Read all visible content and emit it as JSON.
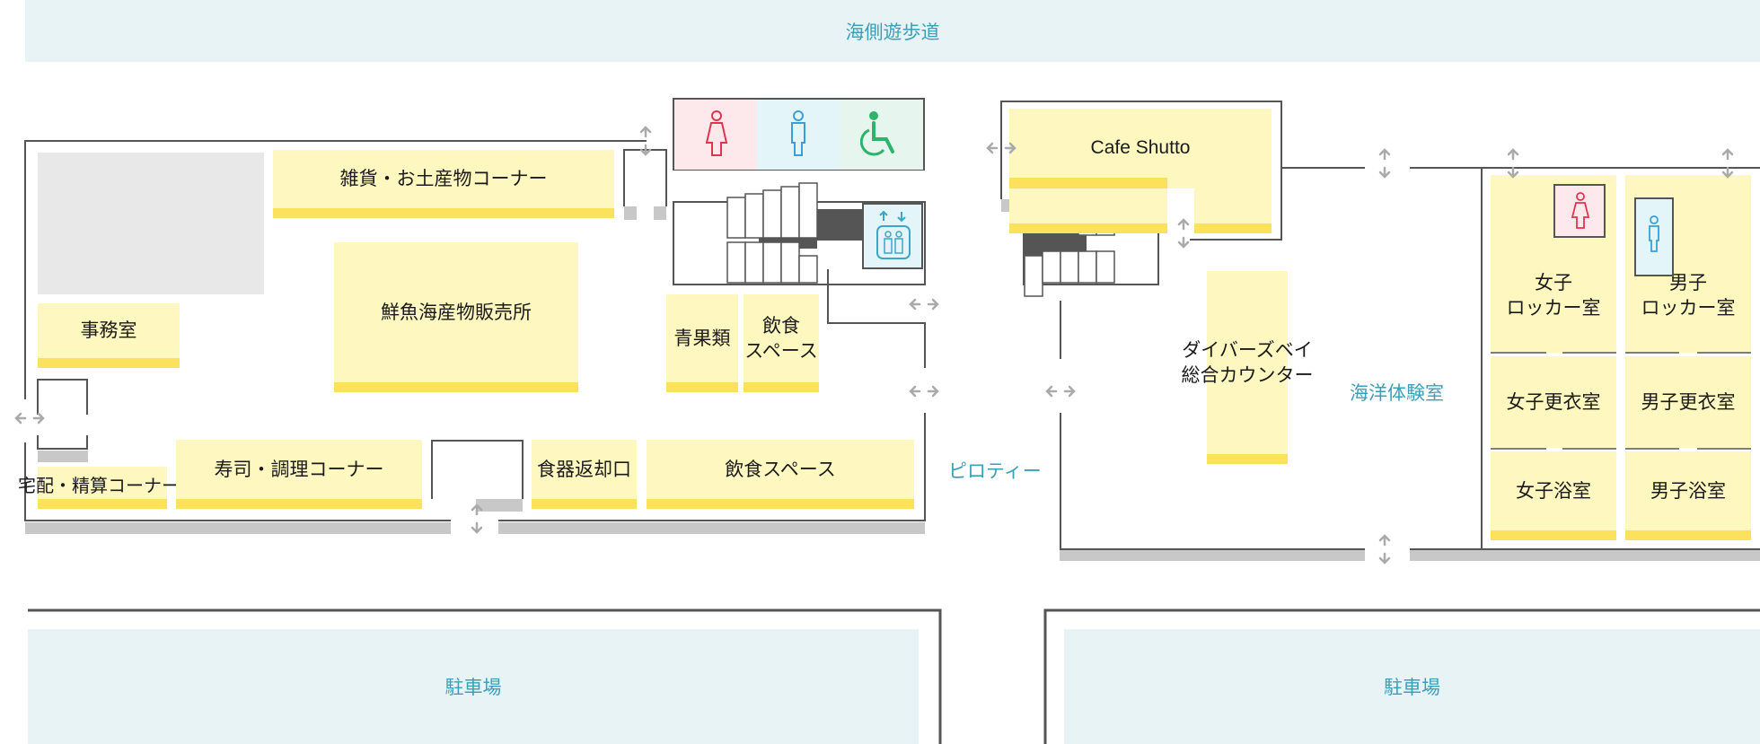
{
  "areas": {
    "promenade": "海側遊歩道",
    "parking_left": "駐車場",
    "parking_right": "駐車場",
    "piloti": "ピロティー",
    "marine_room": "海洋体験室"
  },
  "rooms": {
    "souvenir": "雑貨・お土産物コーナー",
    "fish_market": "鮮魚海産物販売所",
    "office": "事務室",
    "delivery": "宅配・精算コーナー",
    "sushi": "寿司・調理コーナー",
    "dish_return": "食器返却口",
    "dining_main": "飲食スペース",
    "produce": "青果類",
    "dining_small_1": "飲食",
    "dining_small_2": "スペース",
    "cafe": "Cafe Shutto",
    "counter_1": "ダイバーズベイ",
    "counter_2": "総合カウンター",
    "w_locker_1": "女子",
    "w_locker_2": "ロッカー室",
    "m_locker_1": "男子",
    "m_locker_2": "ロッカー室",
    "w_changing": "女子更衣室",
    "m_changing": "男子更衣室",
    "w_bath": "女子浴室",
    "m_bath": "男子浴室"
  },
  "icons": [
    "restroom-women-icon",
    "restroom-men-icon",
    "accessible-restroom-icon",
    "elevator-icon",
    "stairs-icon",
    "bidirectional-arrow-icon"
  ],
  "colors": {
    "room_fill": "#fef7bf",
    "room_accent": "#fce25c",
    "zone_fill": "#e8f3f5",
    "zone_text": "#3a9fb8",
    "women": "#e0344f",
    "men": "#3a9fd6",
    "accessible": "#2db36a",
    "elevator": "#3aa7c8"
  }
}
